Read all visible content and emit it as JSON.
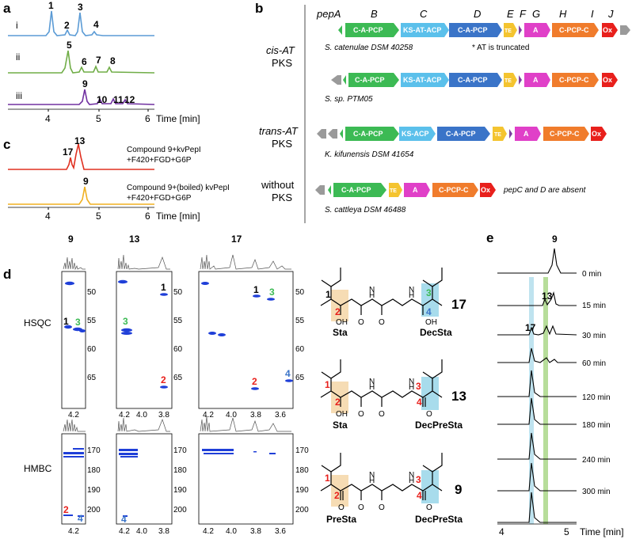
{
  "panels": {
    "a": "a",
    "b": "b",
    "c": "c",
    "d": "d",
    "e": "e"
  },
  "colors": {
    "trace_i": "#5b9bd5",
    "trace_ii": "#70ad47",
    "trace_iii": "#7030a0",
    "trace_red": "#e03020",
    "trace_orange": "#f0b020",
    "gene_green": "#3cba54",
    "gene_lightblue": "#5bc0eb",
    "gene_blue": "#3a74c8",
    "gene_yellow": "#f4c430",
    "gene_magenta": "#e040c8",
    "gene_orange": "#f07c2c",
    "gene_red": "#e8201c",
    "gene_grey": "#9a9a9a",
    "gene_purple": "#7b3fa0",
    "hsqc_spot": "#1f3fd8",
    "sta_band": "#f6dcb4",
    "dec_band": "#a8dcec",
    "e_blue_band": "#bfe3ef",
    "e_green_band": "#b7dd9a"
  },
  "panel_a": {
    "trace_labels": [
      "i",
      "ii",
      "iii"
    ],
    "peaks_i": [
      "1",
      "2",
      "3",
      "4"
    ],
    "peaks_ii": [
      "5",
      "6",
      "7",
      "8"
    ],
    "peaks_iii": [
      "9",
      "10",
      "11",
      "12"
    ],
    "x_ticks": [
      "4",
      "5",
      "6"
    ],
    "x_label": "Time [min]"
  },
  "panel_c": {
    "peaks_top": [
      "17",
      "13"
    ],
    "peaks_bottom": [
      "9"
    ],
    "legend_top_1": "Compound 9+kvPepI",
    "legend_top_2": "+F420+FGD+G6P",
    "legend_bottom_1": "Compound 9+(boiled) kvPepI",
    "legend_bottom_2": "+F420+FGD+G6P",
    "x_ticks": [
      "4",
      "5",
      "6"
    ],
    "x_label": "Time [min]"
  },
  "panel_b": {
    "gene_letters": [
      "pepA",
      "B",
      "C",
      "D",
      "E",
      "F",
      "G",
      "H",
      "I",
      "J"
    ],
    "groups": [
      {
        "label_1": "cis-AT",
        "label_2": "PKS"
      },
      {
        "label_1": "trans-AT",
        "label_2": "PKS"
      },
      {
        "label_1": "without",
        "label_2": "PKS"
      }
    ],
    "clusters": [
      {
        "organism": "S. catenulae DSM 40258",
        "note": "* AT is truncated"
      },
      {
        "organism": "S. sp. PTM05",
        "note": ""
      },
      {
        "organism": "K. kifunensis DSM 41654",
        "note": ""
      },
      {
        "organism": "S. cattleya DSM 46488",
        "note": "pepC and D are absent"
      }
    ],
    "domains": {
      "capcp": "C-A-PCP",
      "ksatacp": "KS-AT-ACP",
      "ksacp": "KS-ACP",
      "te": "TE",
      "a": "A",
      "cpcpc": "C-PCP-C",
      "ox": "Ox"
    }
  },
  "panel_d": {
    "row_labels": [
      "HSQC",
      "HMBC"
    ],
    "col_labels": [
      "9",
      "13",
      "17"
    ],
    "hsqc_y_ticks": [
      "50",
      "55",
      "60",
      "65"
    ],
    "hmbc_y_ticks": [
      "170",
      "180",
      "190",
      "200"
    ],
    "x_ticks_1": [
      "4.2"
    ],
    "x_ticks_2": [
      "4.2",
      "4.0",
      "3.8"
    ],
    "x_ticks_3": [
      "4.2",
      "4.0",
      "3.8",
      "3.6"
    ],
    "peak_labels": [
      "1",
      "3",
      "2",
      "4"
    ],
    "structures": [
      {
        "compound": "17",
        "left": "Sta",
        "right": "DecSta"
      },
      {
        "compound": "13",
        "left": "Sta",
        "right": "DecPreSta"
      },
      {
        "compound": "9",
        "left": "PreSta",
        "right": "DecPreSta"
      }
    ],
    "atom_labels": [
      "1",
      "2",
      "3",
      "4"
    ],
    "oh": "OH",
    "o": "O",
    "h": "H",
    "n": "N"
  },
  "panel_e": {
    "peak_labels": [
      "9",
      "13",
      "17"
    ],
    "times": [
      "0 min",
      "15 min",
      "30 min",
      "60 min",
      "120 min",
      "180 min",
      "240 min",
      "300 min"
    ],
    "x_ticks": [
      "4",
      "5"
    ],
    "x_label": "Time [min]"
  }
}
